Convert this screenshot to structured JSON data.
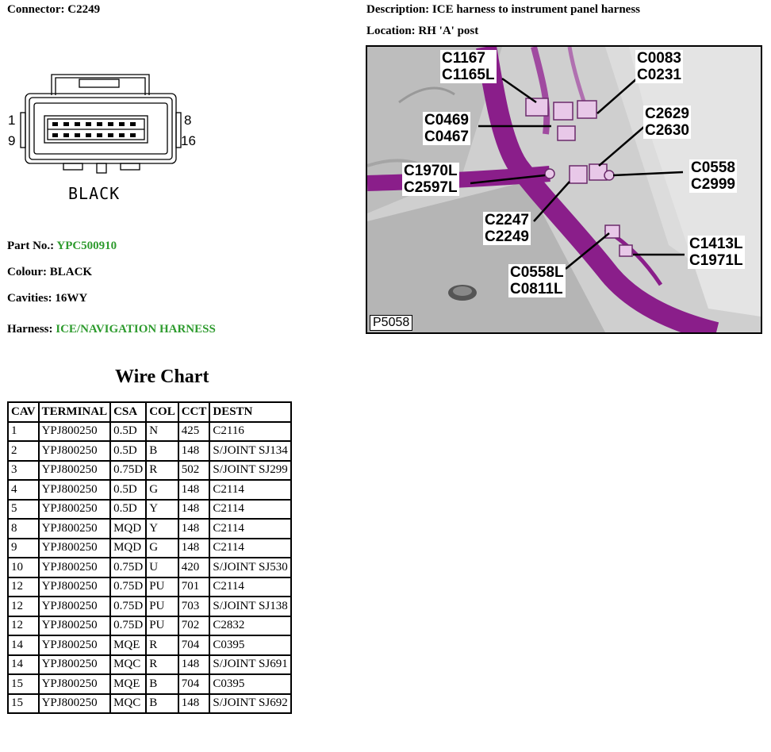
{
  "header": {
    "connector_label": "Connector:",
    "connector_value": "C2249",
    "description_label": "Description:",
    "description_value": "ICE harness to instrument panel harness",
    "location_label": "Location:",
    "location_value": "RH 'A' post"
  },
  "connector": {
    "color_text": "BLACK",
    "pin_top_left": "1",
    "pin_top_right": "8",
    "pin_bottom_left": "9",
    "pin_bottom_right": "16"
  },
  "info": {
    "part_label": "Part No.:",
    "part_value": "YPC500910",
    "colour_label": "Colour:",
    "colour_value": "BLACK",
    "cavities_label": "Cavities:",
    "cavities_value": "16WY",
    "harness_label": "Harness:",
    "harness_value": "ICE/NAVIGATION HARNESS"
  },
  "photo": {
    "ref": "P5058",
    "callouts": [
      [
        "C1167",
        "C1165L"
      ],
      [
        "C0083",
        "C0231"
      ],
      [
        "C0469",
        "C0467"
      ],
      [
        "C2629",
        "C2630"
      ],
      [
        "C1970L",
        "C2597L"
      ],
      [
        "C0558",
        "C2999"
      ],
      [
        "C2247",
        "C2249"
      ],
      [
        "C1413L",
        "C1971L"
      ],
      [
        "C0558L",
        "C0811L"
      ]
    ]
  },
  "wire_chart": {
    "title": "Wire Chart",
    "headers": [
      "CAV",
      "TERMINAL",
      "CSA",
      "COL",
      "CCT",
      "DESTN"
    ],
    "rows": [
      [
        "1",
        "YPJ800250",
        "0.5D",
        "N",
        "425",
        "C2116"
      ],
      [
        "2",
        "YPJ800250",
        "0.5D",
        "B",
        "148",
        "S/JOINT SJ134"
      ],
      [
        "3",
        "YPJ800250",
        "0.75D",
        "R",
        "502",
        "S/JOINT SJ299"
      ],
      [
        "4",
        "YPJ800250",
        "0.5D",
        "G",
        "148",
        "C2114"
      ],
      [
        "5",
        "YPJ800250",
        "0.5D",
        "Y",
        "148",
        "C2114"
      ],
      [
        "8",
        "YPJ800250",
        "MQD",
        "Y",
        "148",
        "C2114"
      ],
      [
        "9",
        "YPJ800250",
        "MQD",
        "G",
        "148",
        "C2114"
      ],
      [
        "10",
        "YPJ800250",
        "0.75D",
        "U",
        "420",
        "S/JOINT SJ530"
      ],
      [
        "12",
        "YPJ800250",
        "0.75D",
        "PU",
        "701",
        "C2114"
      ],
      [
        "12",
        "YPJ800250",
        "0.75D",
        "PU",
        "703",
        "S/JOINT SJ138"
      ],
      [
        "12",
        "YPJ800250",
        "0.75D",
        "PU",
        "702",
        "C2832"
      ],
      [
        "14",
        "YPJ800250",
        "MQE",
        "R",
        "704",
        "C0395"
      ],
      [
        "14",
        "YPJ800250",
        "MQC",
        "R",
        "148",
        "S/JOINT SJ691"
      ],
      [
        "15",
        "YPJ800250",
        "MQE",
        "B",
        "704",
        "C0395"
      ],
      [
        "15",
        "YPJ800250",
        "MQC",
        "B",
        "148",
        "S/JOINT SJ692"
      ]
    ]
  },
  "colors": {
    "accent_green": "#2e9b2e",
    "harness_purple": "#8a1e8a"
  }
}
